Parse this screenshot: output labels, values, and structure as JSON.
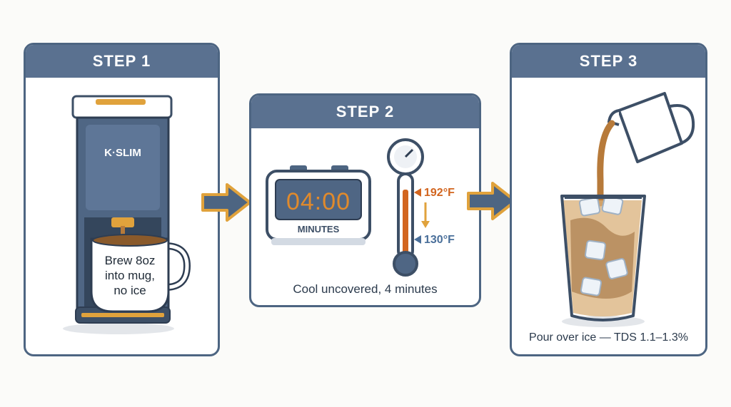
{
  "steps": [
    {
      "title": "STEP 1",
      "brand": "K·SLIM",
      "caption_lines": [
        "Brew 8oz",
        "into mug,",
        "no ice"
      ]
    },
    {
      "title": "STEP 2",
      "timer_display": "04:00",
      "timer_label": "MINUTES",
      "temp_high": "192°F",
      "temp_low": "130°F",
      "caption": "Cool uncovered, 4 minutes"
    },
    {
      "title": "STEP 3",
      "caption": "Pour over ice — TDS 1.1–1.3%"
    }
  ],
  "colors": {
    "panel_header": "#5a7190",
    "panel_border": "#4d6582",
    "arrow_fill": "#4d6582",
    "arrow_outline": "#e0a23c",
    "timer_digits": "#e08a2c",
    "hot": "#d2651f",
    "cool": "#4a6f9a",
    "coffee": "#b77a3a"
  },
  "icons": [
    "coffee-maker-icon",
    "mug-icon",
    "timer-icon",
    "thermometer-icon",
    "pitcher-icon",
    "iced-glass-icon",
    "arrow-right-icon"
  ]
}
